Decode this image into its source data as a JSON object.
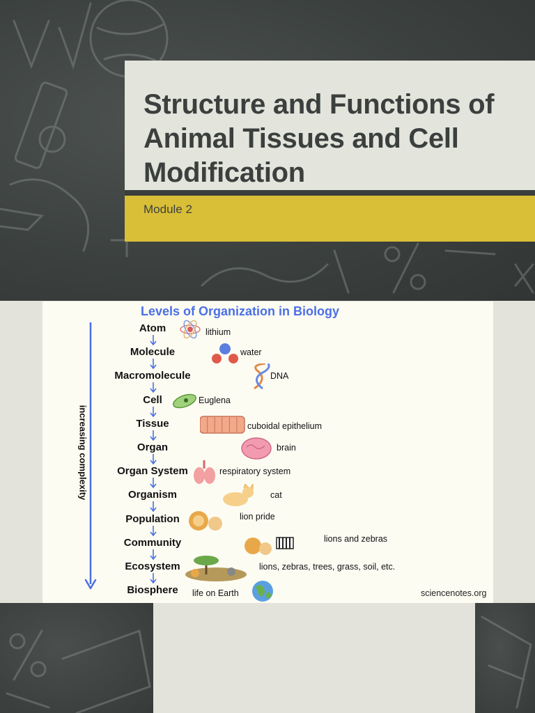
{
  "slide": {
    "title": "Structure and Functions of Animal Tissues and Cell Modification",
    "subtitle": "Module 2",
    "colors": {
      "chalkboard": "#3c413f",
      "panel": "#e3e4dc",
      "accent": "#d9bf37",
      "title_text": "#3b403e"
    }
  },
  "figure": {
    "title": "Levels of Organization in Biology",
    "axis_label": "increasing complexity",
    "credit": "sciencenotes.org",
    "levels": [
      {
        "name": "Atom",
        "example": "lithium",
        "icon": "atom-icon"
      },
      {
        "name": "Molecule",
        "example": "water",
        "icon": "water-molecule-icon"
      },
      {
        "name": "Macromolecule",
        "example": "DNA",
        "icon": "dna-icon"
      },
      {
        "name": "Cell",
        "example": "Euglena",
        "icon": "euglena-icon"
      },
      {
        "name": "Tissue",
        "example": "cuboidal epithelium",
        "icon": "epithelium-icon"
      },
      {
        "name": "Organ",
        "example": "brain",
        "icon": "brain-icon"
      },
      {
        "name": "Organ System",
        "example": "respiratory system",
        "icon": "lungs-icon"
      },
      {
        "name": "Organism",
        "example": "cat",
        "icon": "cat-icon"
      },
      {
        "name": "Population",
        "example": "lion pride",
        "icon": "lion-pride-icon"
      },
      {
        "name": "Community",
        "example": "lions and zebras",
        "icon": "lions-zebras-icon"
      },
      {
        "name": "Ecosystem",
        "example": "lions, zebras, trees, grass, soil, etc.",
        "icon": "savanna-icon"
      },
      {
        "name": "Biosphere",
        "example": "life on Earth",
        "icon": "earth-icon"
      }
    ]
  }
}
